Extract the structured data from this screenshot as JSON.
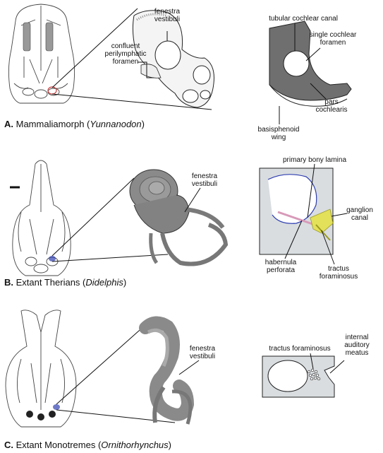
{
  "colors": {
    "ink": "#111111",
    "canal_gray": "#6f6f6f",
    "cochlea_gray": "#8a8a8a",
    "section_bg": "#d9dde0",
    "lamina_pink": "#d89ab8",
    "nerve_yellow": "#e3e05a",
    "highlight_red": "#d04040",
    "highlight_blue": "#3040b0"
  },
  "panel_a": {
    "letter": "A.",
    "group": "Mammaliamorph (",
    "taxon": "Yunnanodon",
    "close": ")",
    "labels": {
      "fenestra": [
        "fenestra",
        "vestibuli"
      ],
      "foramen": [
        "confluent",
        "perilymphatic",
        "foramen"
      ],
      "canal": "tubular cochlear canal",
      "single": [
        "single cochlear",
        "foramen"
      ],
      "pars": [
        "pars",
        "cochlearis"
      ],
      "wing": [
        "basisphenoid",
        "wing"
      ]
    }
  },
  "panel_b": {
    "letter": "B.",
    "group": "Extant Therians (",
    "taxon": "Didelphis",
    "close": ")",
    "labels": {
      "fenestra": [
        "fenestra",
        "vestibuli"
      ],
      "lamina": "primary bony lamina",
      "ganglion": [
        "ganglion",
        "canal"
      ],
      "habernula": [
        "habernula",
        "perforata"
      ],
      "tractus": [
        "tractus",
        "foraminosus"
      ]
    }
  },
  "panel_c": {
    "letter": "C.",
    "group": "Extant Monotremes (",
    "taxon": "Ornithorhynchus",
    "close": ")",
    "labels": {
      "fenestra": [
        "fenestra",
        "vestibuli"
      ],
      "tractus": "tractus foraminosus",
      "meatus": [
        "internal",
        "auditory",
        "meatus"
      ]
    }
  }
}
